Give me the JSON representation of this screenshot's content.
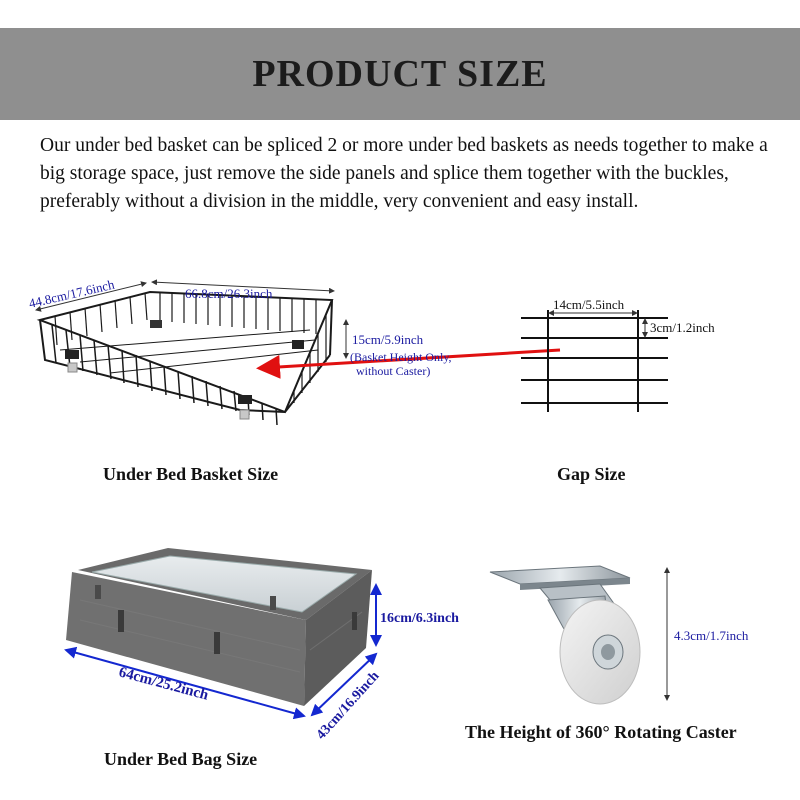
{
  "header": {
    "title": "PRODUCT SIZE"
  },
  "description": "Our under bed basket can be spliced 2 or more under bed baskets as needs together to make a big storage space, just remove the side panels and splice them together with the buckles, preferably without a division in the middle, very convenient and easy install.",
  "basket": {
    "caption": "Under Bed Basket Size",
    "width_label": "44.8cm/17.6inch",
    "length_label": "66.8cm/26.3inch",
    "height_label": "15cm/5.9inch",
    "height_note_1": "(Basket Height Only,",
    "height_note_2": "without Caster)"
  },
  "gap": {
    "caption": "Gap Size",
    "width_label": "14cm/5.5inch",
    "height_label": "3cm/1.2inch"
  },
  "bag": {
    "caption": "Under Bed Bag Size",
    "length_label": "64cm/25.2inch",
    "width_label": "43cm/16.9inch",
    "height_label": "16cm/6.3inch"
  },
  "caster": {
    "caption": "The Height of 360° Rotating Caster",
    "height_label": "4.3cm/1.7inch"
  },
  "colors": {
    "banner": "#8f8f8f",
    "dimension_text": "#1a1aa0",
    "arrow": "#e01010",
    "bag_arrow": "#1428d0"
  }
}
